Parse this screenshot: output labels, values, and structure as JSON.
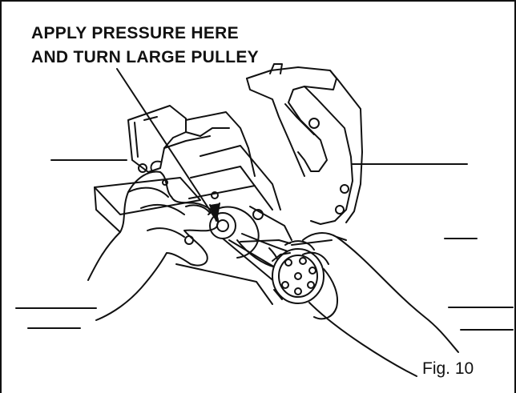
{
  "callout": {
    "line1": "APPLY PRESSURE HERE",
    "line2": "AND TURN LARGE PULLEY"
  },
  "figure_label": "Fig. 10",
  "colors": {
    "ink": "#111111",
    "background": "#ffffff",
    "shade": "#d8d8d8"
  }
}
